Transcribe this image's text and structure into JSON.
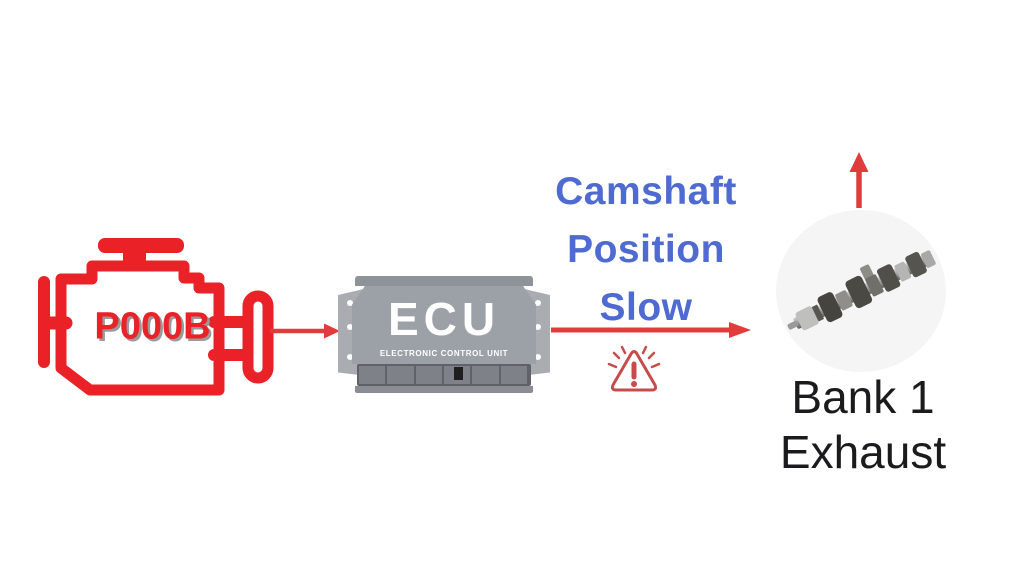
{
  "colors": {
    "background": "#FFFFFF",
    "engine_red": "#EA2127",
    "arrow_red": "#E03C3C",
    "warning_red": "#C74B4B",
    "label_blue": "#4F6BD1",
    "label_black": "#1B1B1D",
    "ecu_gray": "#9CA1A7",
    "ecu_connector_gray": "#75797F",
    "circle_gray": "#F5F5F6"
  },
  "engine": {
    "dtc_code": "P000B"
  },
  "ecu": {
    "title": "ECU",
    "subtitle": "ELECTRONIC CONTROL UNIT"
  },
  "fault_label": {
    "line1": "Camshaft",
    "line2": "Position",
    "line3": "Slow"
  },
  "component_label": {
    "line1": "Bank 1",
    "line2": "Exhaust"
  }
}
